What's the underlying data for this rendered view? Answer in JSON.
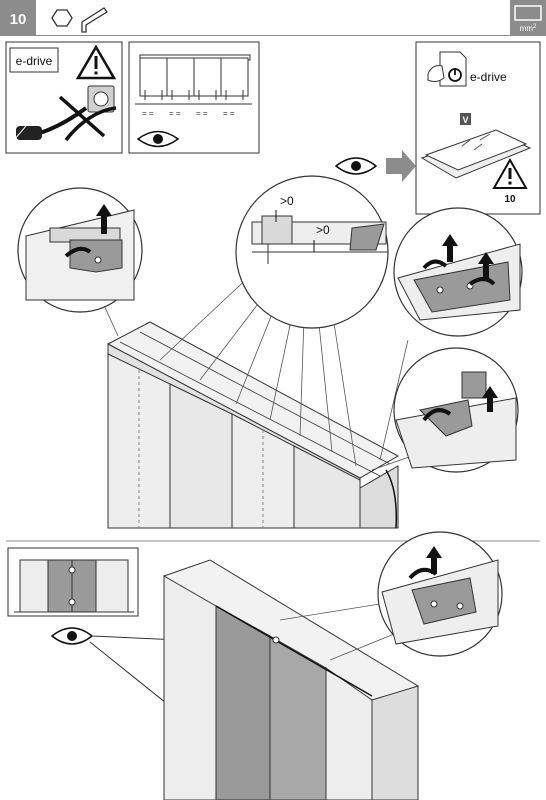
{
  "header": {
    "step_number": "10",
    "unit_label": "mm",
    "unit_superscript": "2"
  },
  "top_left_panel": {
    "badge_label": "e-drive",
    "warning_icon": "warning-triangle-icon",
    "plug_icon": "power-plug-unplug-icon"
  },
  "top_middle_panel": {
    "eye_icon": "eye-icon"
  },
  "top_right_panel": {
    "badge_label": "e-drive",
    "page_marker": "V",
    "booklet_page": "10",
    "warning_icon": "warning-triangle-icon"
  },
  "detail_center": {
    "gap_label_1": ">0",
    "gap_label_2": ">0"
  },
  "bottom_section": {
    "eye_icon": "eye-icon"
  },
  "colors": {
    "header_bar": "#8c8c8c",
    "line": "#333333",
    "panel_grey": "#9a9a9a",
    "light_grey": "#d9d9d9"
  }
}
